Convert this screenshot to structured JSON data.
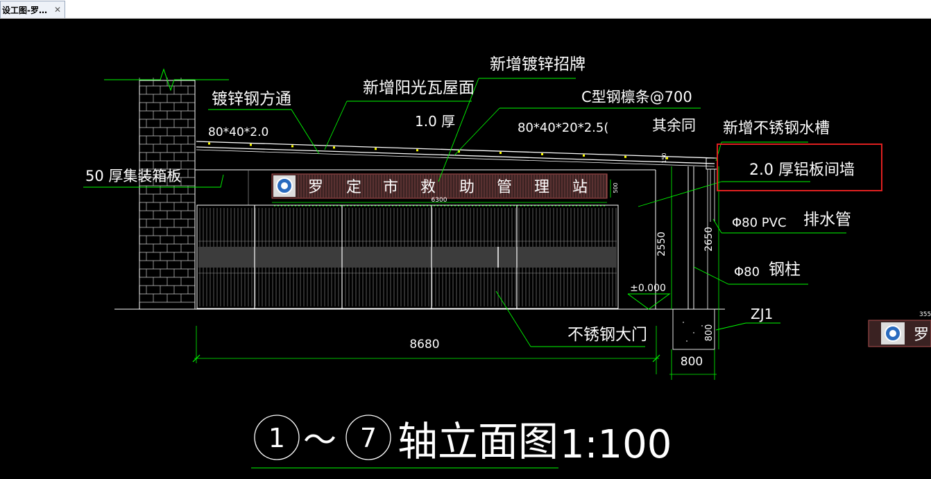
{
  "tab": {
    "label": "设工图-罗…",
    "close": "✕"
  },
  "drawing": {
    "labels": {
      "galv_tube": "镀锌钢方通",
      "galv_tube_size": "80*40*2.0",
      "sun_roof": "新增阳光瓦屋面",
      "thickness": "1.0  厚",
      "galv_sign": "新增镀锌招牌",
      "c_purlin": "C型钢檩条@700",
      "c_purlin_size": "80*40*20*2.5(",
      "rest_same": "其余同",
      "gutter": "新增不锈钢水槽",
      "container_board": "50  厚集装箱板",
      "alu_wall": "2.0  厚铝板间墙",
      "pvc_pipe": "Φ80 PVC",
      "drain_pipe": "排水管",
      "steel_col_dia": "Φ80",
      "steel_col": "钢柱",
      "zj": "ZJ1",
      "gate": "不锈钢大门",
      "elev": "±0.000",
      "title_axis_1": "1",
      "title_tilde": "～",
      "title_axis_2": "7",
      "title_text": "轴立面图",
      "title_scale": "1:100"
    },
    "sign_chars": [
      "罗",
      "定",
      "市",
      "救",
      "助",
      "管",
      "理",
      "站"
    ],
    "dimensions": {
      "total_width": "8680",
      "sign_len": "6300",
      "sign_h": "500",
      "d2550": "2550",
      "d2650": "2650",
      "footing_w": "800",
      "footing_h": "800",
      "d150": "150",
      "d355": "355"
    },
    "partial_sign_char": "罗",
    "colors": {
      "background": "#000000",
      "dimension": "#00ff00",
      "text": "#ffffff",
      "highlight_box": "#e02020",
      "sign_bg": "#5a3030"
    }
  }
}
